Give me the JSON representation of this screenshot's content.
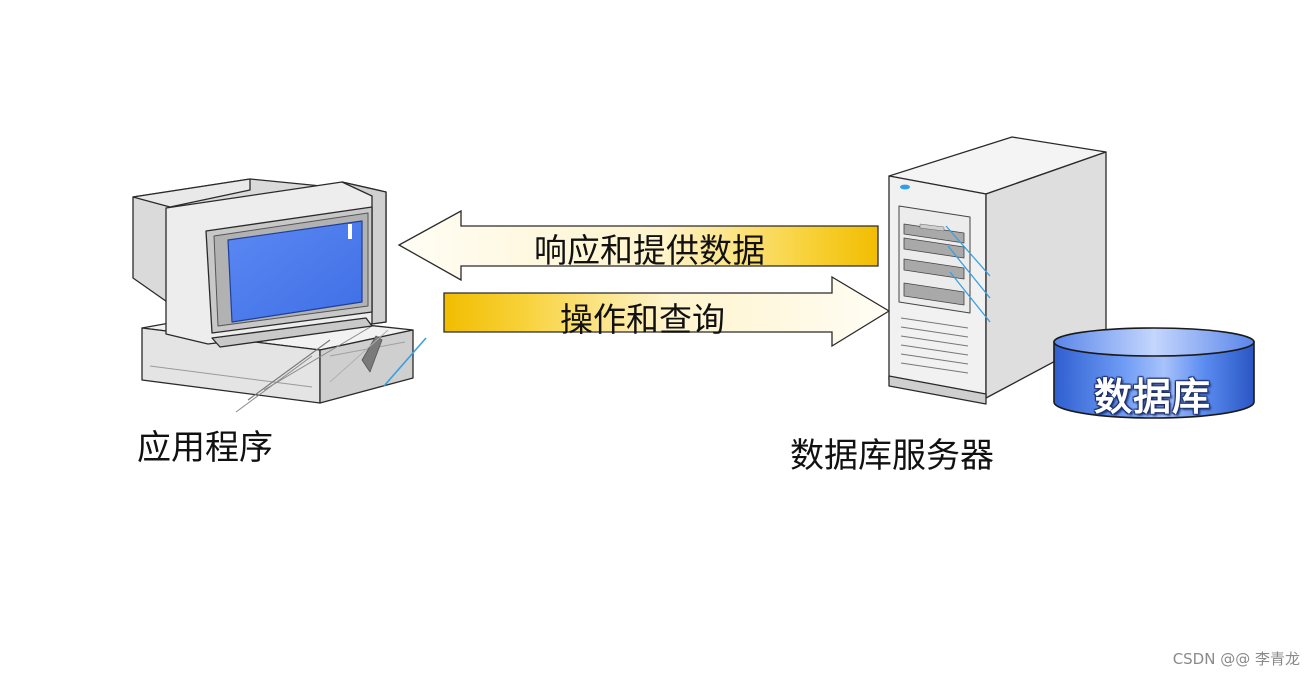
{
  "labels": {
    "app": "应用程序",
    "server": "数据库服务器",
    "database": "数据库"
  },
  "arrows": {
    "response": "响应和提供数据",
    "operation": "操作和查询"
  },
  "watermark": "CSDN @@ 李青龙",
  "colors": {
    "screen": "#4f7ff0",
    "arrow_gold": "#f5c400",
    "arrow_light": "#fffbe8",
    "db_blue": "#3e72e6"
  }
}
